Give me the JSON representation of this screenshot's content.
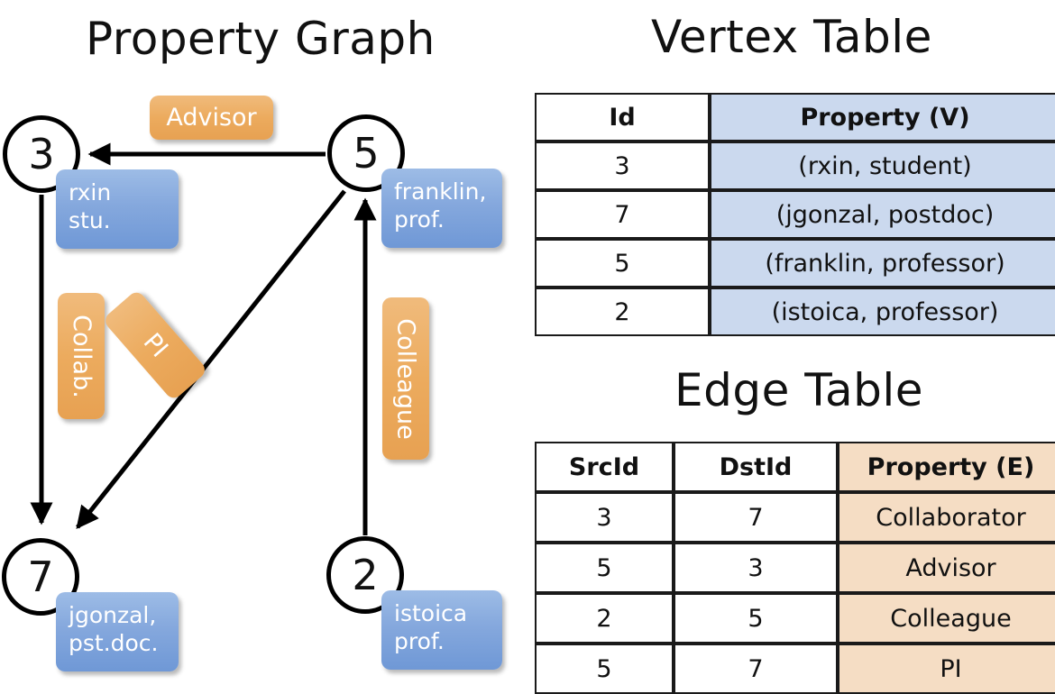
{
  "titles": {
    "property_graph": "Property Graph",
    "vertex_table": "Vertex Table",
    "edge_table": "Edge Table"
  },
  "colors": {
    "vertex_property_fill": "#cbd9ee",
    "edge_property_fill": "#f5ddc4",
    "node_property_box": "#85a8dd",
    "edge_label_box": "#ecab5e",
    "stroke": "#000000",
    "background": "#ffffff"
  },
  "graph": {
    "nodes": [
      {
        "id": "3",
        "property_line1": "rxin",
        "property_line2": "stu."
      },
      {
        "id": "5",
        "property_line1": "franklin,",
        "property_line2": "prof."
      },
      {
        "id": "7",
        "property_line1": "jgonzal,",
        "property_line2": "pst.doc."
      },
      {
        "id": "2",
        "property_line1": "istoica",
        "property_line2": "prof."
      }
    ],
    "edge_labels": [
      {
        "text": "Advisor",
        "orientation": "horizontal"
      },
      {
        "text": "Collab.",
        "orientation": "vertical"
      },
      {
        "text": "PI",
        "orientation": "diagonal"
      },
      {
        "text": "Colleague",
        "orientation": "vertical"
      }
    ],
    "edges": [
      {
        "src": "5",
        "dst": "3",
        "label": "Advisor"
      },
      {
        "src": "3",
        "dst": "7",
        "label": "Collab."
      },
      {
        "src": "5",
        "dst": "7",
        "label": "PI"
      },
      {
        "src": "2",
        "dst": "5",
        "label": "Colleague"
      }
    ]
  },
  "vertex_table": {
    "headers": [
      "Id",
      "Property (V)"
    ],
    "rows": [
      {
        "id": "3",
        "property": "(rxin, student)"
      },
      {
        "id": "7",
        "property": "(jgonzal, postdoc)"
      },
      {
        "id": "5",
        "property": "(franklin, professor)"
      },
      {
        "id": "2",
        "property": "(istoica, professor)"
      }
    ]
  },
  "edge_table": {
    "headers": [
      "SrcId",
      "DstId",
      "Property (E)"
    ],
    "rows": [
      {
        "src": "3",
        "dst": "7",
        "property": "Collaborator"
      },
      {
        "src": "5",
        "dst": "3",
        "property": "Advisor"
      },
      {
        "src": "2",
        "dst": "5",
        "property": "Colleague"
      },
      {
        "src": "5",
        "dst": "7",
        "property": "PI"
      }
    ]
  }
}
